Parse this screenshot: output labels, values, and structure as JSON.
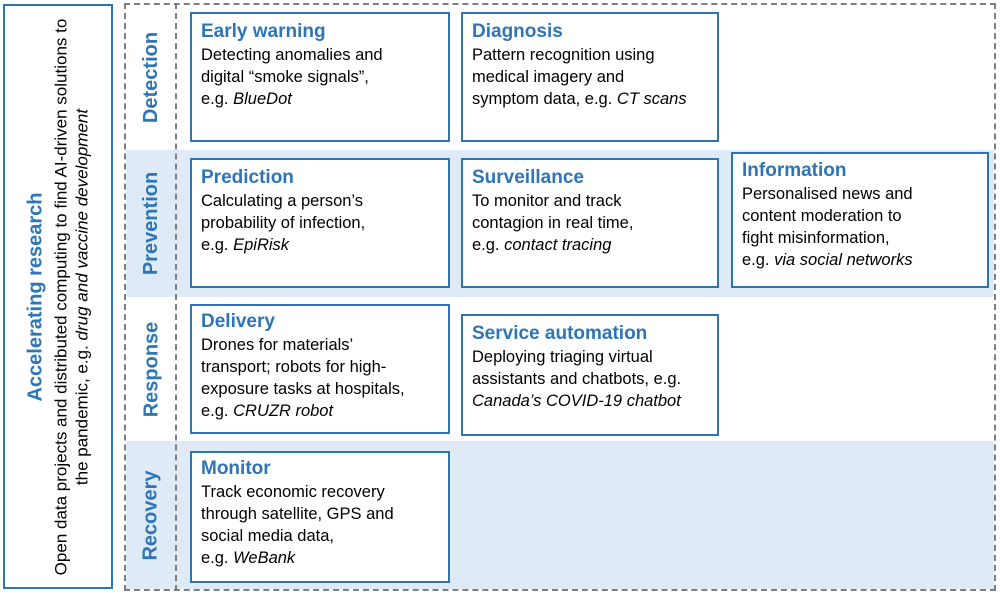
{
  "research": {
    "title": "Accelerating research",
    "body": "Open data projects and distributed computing to find AI-driven solutions to the pandemic, e.g.",
    "example": "drug and vaccine development"
  },
  "rows": [
    {
      "label": "Detection"
    },
    {
      "label": "Prevention"
    },
    {
      "label": "Response"
    },
    {
      "label": "Recovery"
    }
  ],
  "cards": {
    "early_warning": {
      "title": "Early warning",
      "body": "Detecting anomalies and\ndigital “smoke signals”,",
      "prefix": "e.g.",
      "example": "BlueDot"
    },
    "diagnosis": {
      "title": "Diagnosis",
      "body": "Pattern recognition using\nmedical imagery and",
      "prefix": "symptom data, e.g.",
      "example": "CT scans"
    },
    "prediction": {
      "title": "Prediction",
      "body": "Calculating a person’s\nprobability of infection,",
      "prefix": "e.g.",
      "example": "EpiRisk"
    },
    "surveillance": {
      "title": "Surveillance",
      "body": "To monitor and track\ncontagion in real time,",
      "prefix": "e.g.",
      "example": "contact tracing"
    },
    "information": {
      "title": "Information",
      "body": "Personalised news and\ncontent moderation to\nfight misinformation,",
      "prefix": "e.g.",
      "example": "via social networks"
    },
    "delivery": {
      "title": "Delivery",
      "body": "Drones for materials’\ntransport; robots for high-\nexposure tasks at hospitals,",
      "prefix": "e.g.",
      "example": "CRUZR robot"
    },
    "service_automation": {
      "title": "Service automation",
      "body": "Deploying triaging virtual\nassistants and chatbots, e.g.",
      "prefix": "",
      "example": "Canada’s COVID-19 chatbot"
    },
    "monitor": {
      "title": "Monitor",
      "body": "Track economic recovery\nthrough satellite, GPS and\nsocial media data,",
      "prefix": "e.g.",
      "example": "WeBank"
    }
  },
  "colors": {
    "accent": "#2e75b6",
    "band": "#deebf7",
    "dash": "#7f7f7f"
  }
}
